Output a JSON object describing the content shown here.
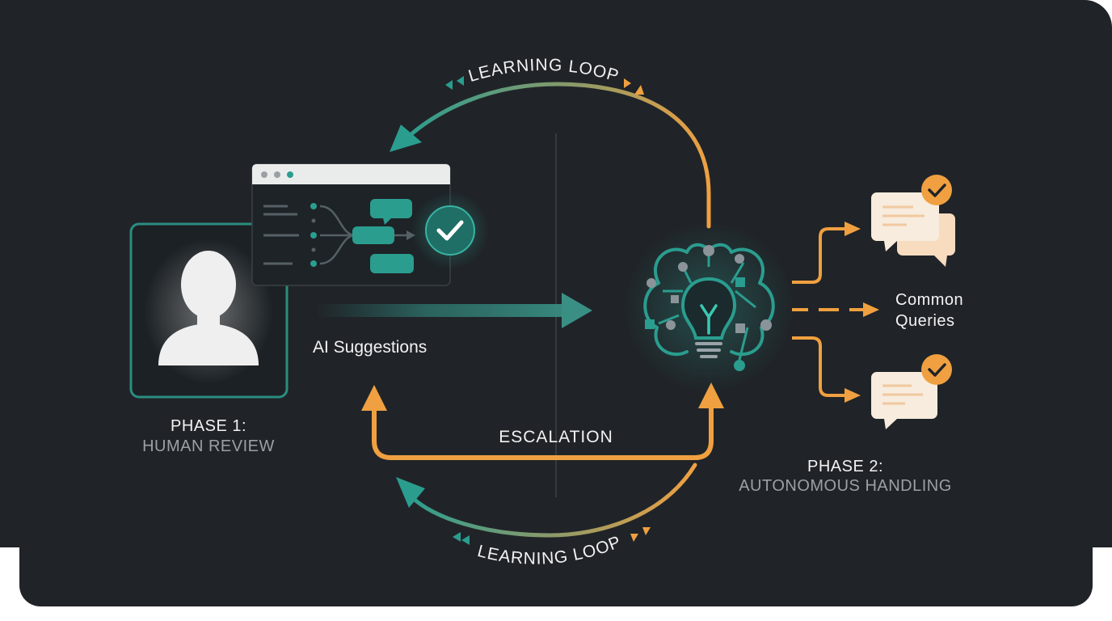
{
  "colors": {
    "background": "#202428",
    "teal": "#2a9d8f",
    "orange": "#f0a040",
    "text": "#f2f2f2",
    "muted": "#9aa0a3"
  },
  "loop_top_label": "LEARNING LOOP",
  "loop_bottom_label": "LEARNING LOOP",
  "phase1": {
    "title": "PHASE 1:",
    "subtitle": "HUMAN REVIEW"
  },
  "phase2": {
    "title": "PHASE 2:",
    "subtitle": "AUTONOMOUS HANDLING"
  },
  "ai_suggestions_label": "AI Suggestions",
  "escalation_label": "ESCALATION",
  "common_queries_label": [
    "Common",
    "Queries"
  ],
  "icons": [
    "user-icon",
    "browser-window-icon",
    "flowchart-icon",
    "check-icon",
    "ai-brain-icon",
    "lightbulb-icon",
    "chat-bubble-icon"
  ]
}
